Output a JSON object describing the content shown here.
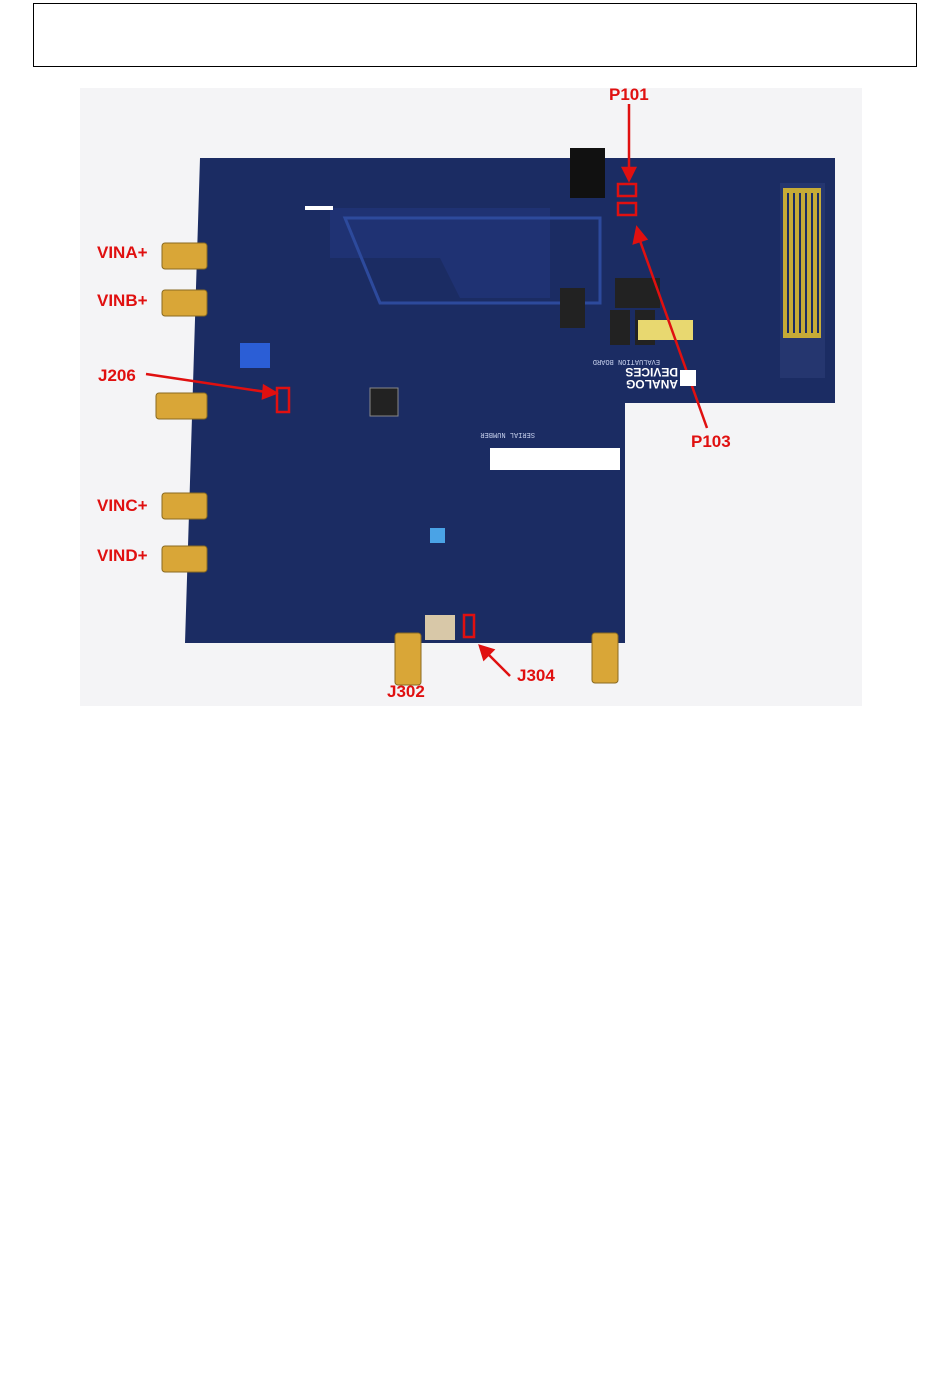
{
  "page": {
    "background": "#ffffff"
  },
  "figure": {
    "kind": "pcb-photo",
    "board_color": "#1b2c63",
    "annotation_color": "#e01010",
    "labels": {
      "vina": "VINA+",
      "vinb": "VINB+",
      "j206": "J206",
      "vinc": "VINC+",
      "vind": "VIND+",
      "p101": "P101",
      "p103": "P103",
      "j302": "J302",
      "j304": "J304"
    },
    "silkscreen": {
      "brand_line1": "ANALOG",
      "brand_line2": "DEVICES",
      "board_name": "EVALUATION BOARD",
      "serial_label": "SERIAL NUMBER"
    }
  }
}
